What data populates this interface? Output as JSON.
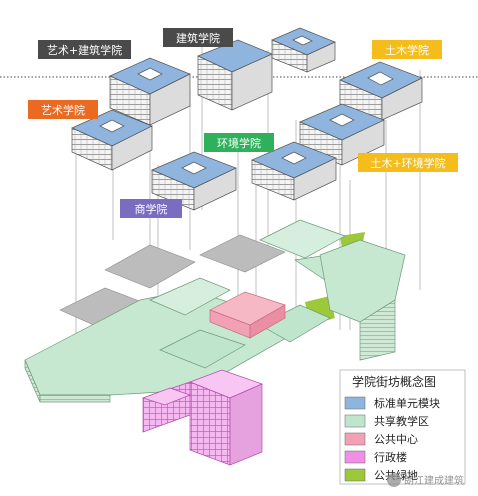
{
  "colors": {
    "standard_unit": "#8fb4dd",
    "shared_teaching": "#bfe5cc",
    "public_center": "#f2a0b4",
    "admin": "#f08fe6",
    "green": "#9cc83a",
    "tag_gray": "#4a4a4a",
    "tag_orange": "#ea6a22",
    "tag_yellow": "#f4bd1c",
    "tag_green": "#2fb05a",
    "tag_purple": "#7a6cc0"
  },
  "tags": {
    "art_arch_label": "艺术+建筑学院",
    "architecture_label": "建筑学院",
    "civil_label": "土木学院",
    "art_label": "艺术学院",
    "environment_label": "环境学院",
    "civil_env_label": "土木+环境学院",
    "business_label": "商学院"
  },
  "legend": {
    "title": "学院街坊概念图",
    "items": [
      {
        "label": "标准单元模块",
        "color": "#8fb4dd"
      },
      {
        "label": "共享教学区",
        "color": "#bfe5cc"
      },
      {
        "label": "公共中心",
        "color": "#f2a0b4"
      },
      {
        "label": "行政楼",
        "color": "#f08fe6"
      },
      {
        "label": "公共绿地",
        "color": "#9cc83a"
      }
    ]
  },
  "watermark": "朗江建成建筑"
}
